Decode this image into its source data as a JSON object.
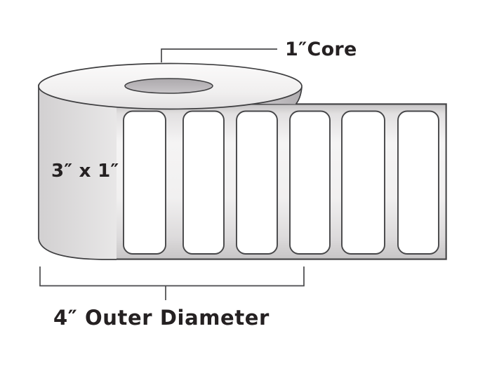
{
  "annotations": {
    "core": "1″Core",
    "roll_size": "3″ x 1″",
    "outer_diameter": "4″ Outer Diameter"
  },
  "roll": {
    "blank_label_count": 6
  },
  "colors": {
    "background": "#ffffff",
    "outline": "#3e3e40",
    "dimension_line": "#4a4a4c",
    "label_fill": "#ffffff",
    "liner_gray": "#d6d4d5",
    "roll_face_light": "#f6f5f5",
    "core_gray": "#b5b2b5",
    "edge_shadow_gray": "#b9b6b9",
    "text": "#252122"
  }
}
